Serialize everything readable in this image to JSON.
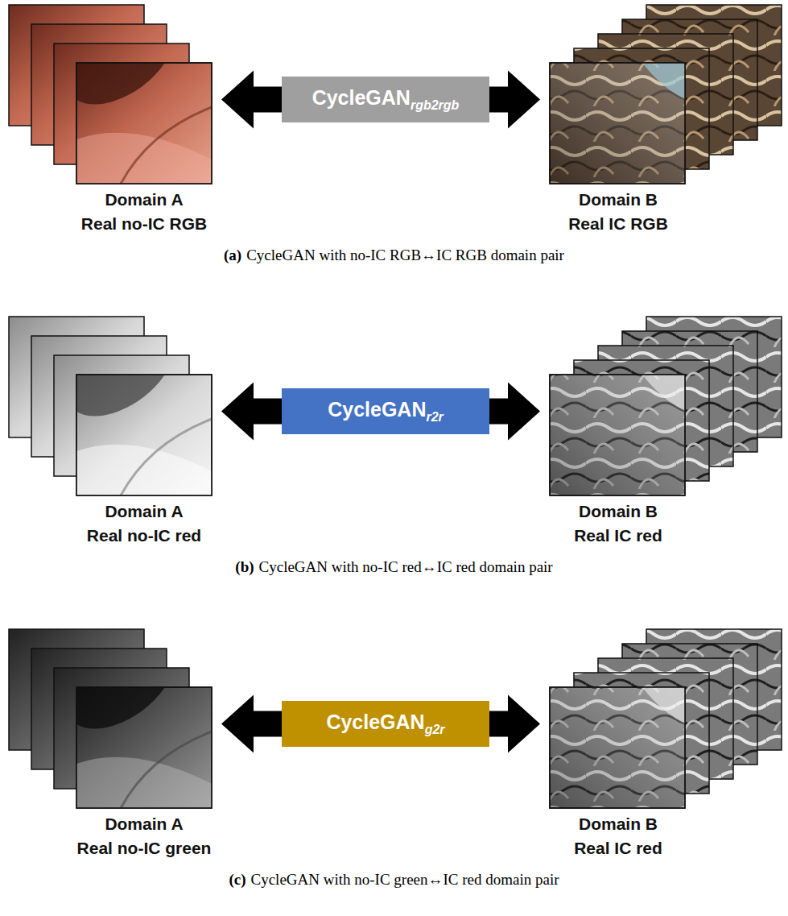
{
  "diagram": {
    "nodes": [
      {
        "text": [
          "Domain A",
          "Real no-IC RGB"
        ]
      },
      {
        "text": [
          "CycleGAN",
          "rgb2rgb"
        ]
      },
      {
        "text": [
          "Domain B",
          "Real IC RGB"
        ]
      },
      {
        "text": [
          "Domain A",
          "Real no-IC red"
        ]
      },
      {
        "text": [
          "CycleGAN",
          "r2r"
        ]
      },
      {
        "text": [
          "Domain B",
          "Real IC red"
        ]
      },
      {
        "text": [
          "Domain A",
          "Real no-IC green"
        ]
      },
      {
        "text": [
          "CycleGAN",
          "g2r"
        ]
      },
      {
        "text": [
          "Domain B",
          "Real IC red"
        ]
      }
    ],
    "edges": [
      {
        "from": 1,
        "to": 0,
        "arrow": "to"
      },
      {
        "from": 1,
        "to": 2,
        "arrow": "to"
      },
      {
        "from": 4,
        "to": 3,
        "arrow": "to"
      },
      {
        "from": 4,
        "to": 5,
        "arrow": "to"
      },
      {
        "from": 7,
        "to": 6,
        "arrow": "to"
      },
      {
        "from": 7,
        "to": 8,
        "arrow": "to"
      }
    ],
    "labels": [
      "(a)",
      "CycleGAN with no-IC RGB↔IC RGB domain pair",
      "(b)",
      "CycleGAN with no-IC red↔IC red domain pair",
      "(c)",
      "CycleGAN with no-IC green↔IC red domain pair"
    ]
  }
}
